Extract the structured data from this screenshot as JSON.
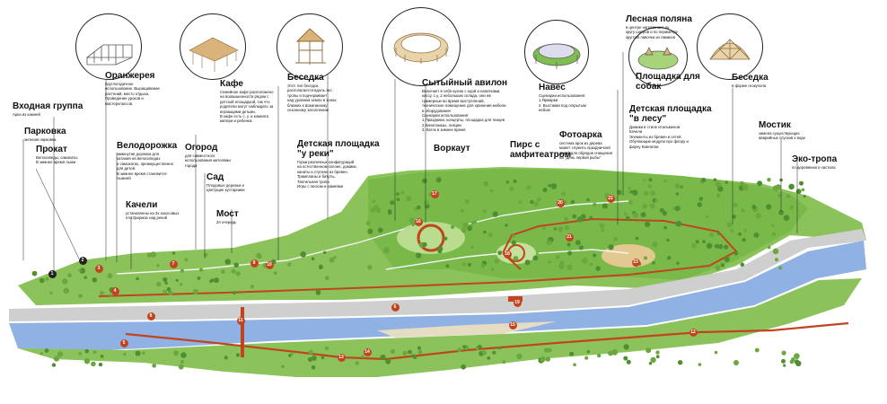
{
  "map": {
    "labels": [
      {
        "id": "entrance",
        "title": "Входная группа",
        "desc": "Арка из камней"
      },
      {
        "id": "parking",
        "title": "Парковка",
        "desc": "зеленая парковка"
      },
      {
        "id": "rental",
        "title": "Прокат",
        "desc": "Велосипеды, самокаты\nВ зимнее время лыжи"
      },
      {
        "id": "swings",
        "title": "Качели",
        "desc": "установлены на 3х кокосовых\nплатформах над рекой"
      },
      {
        "id": "bikepath",
        "title": "Велодорожка",
        "desc": "замкнутая дорожка для\nкатания на велосипедах\nи самокатах, преимущественно\nдля детей.\nВ зимнее время становится\nлыжней"
      },
      {
        "id": "garden",
        "title": "Огород",
        "desc": "для совместного\nиспользования жителями\nгорода"
      },
      {
        "id": "orchard",
        "title": "Сад",
        "desc": "Плодовые деревья и\nцветущие кустарники"
      },
      {
        "id": "bridge",
        "title": "Мост",
        "desc": "2я очередь"
      },
      {
        "id": "greenhouse",
        "title": "Оранжерея",
        "desc": "Круглогодичное\nиспользование. Выращивание\nрастений, место отдыха.\nПроведение уроков и\nмастерклассов."
      },
      {
        "id": "cafe",
        "title": "Кафе",
        "desc": "Семейное кафе расположено\nна возвышенности рядом с\nдетской площадкой, так что\nродители могут наблюдать за\nиграющими детьми.\nВ кафе есть с. у. и комната\nматери и ребенка."
      },
      {
        "id": "gazebo1",
        "title": "Беседка",
        "desc": "Этот тип беседок\nрасполагается вдоль эко\nтропы и подчеркивает\nнад уровнем земли в зонах\nблизких к возможному\nсезонному затоплению"
      },
      {
        "id": "playground_river",
        "title": "Детская площадка\n\"у реки\"",
        "desc": "Горки различных конфигураций\nна естественном склоне, домики,\nканаты и ступени из бревен.\nТрампланы и батуты.\nТактильная тропа\nИгры с песком и камнями"
      },
      {
        "id": "pavilion",
        "title": "Сытыйный авилон",
        "desc": "Включает в себя кухню с едой и напитками,\nкассу, с.у, 2 небольших склада, они же\nгримерные во время выступлений,\nтехническое помещение для хранения мебели\nи оборудования\nСценарии использования:\n1.Праздники, концерты, площадка для танцев\n2.Кинопоказы, лекции\n3. Каток в зимнее время"
      },
      {
        "id": "workout",
        "title": "Воркаут",
        "desc": ""
      },
      {
        "id": "pier",
        "title": "Пирс с\nамфитеатром",
        "desc": ""
      },
      {
        "id": "canopy",
        "title": "Навес",
        "desc": "Сценарии использования:\n1.Ярмарки\n2. Выставки под открытым\nнебом"
      },
      {
        "id": "photoarch",
        "title": "Фотоарка",
        "desc": "система арок из дерева\nможет служить праздничной\nаркой для обрядов очищения\nна \"День первой рыбы\""
      },
      {
        "id": "glade",
        "title": "Лесная поляна",
        "desc": "в центре напоминает по\nкругу шатров и по периметру\nкруглая лавочка из гамаков"
      },
      {
        "id": "dogs",
        "title": "Площадка для\nсобак",
        "desc": ""
      },
      {
        "id": "playground_forest",
        "title": "Детская площадка\n\"в лесу\"",
        "desc": "Домики в стиле итальменов\nКачели\nЭлементы из бревен и сетей\nОбучающие модули про флору и\nфауну Камчатки"
      },
      {
        "id": "gazebo2",
        "title": "Беседка",
        "desc": "в форме геокупола"
      },
      {
        "id": "bridge2",
        "title": "Мостик",
        "desc": "замена существующих\nаварийных спусков к воде"
      },
      {
        "id": "ecotrail",
        "title": "Эко-тропа",
        "desc": "по деревянного настила"
      }
    ],
    "thumbnails": [
      {
        "id": "greenhouse",
        "icon": "greenhouse-icon"
      },
      {
        "id": "cafe",
        "icon": "cafe-icon"
      },
      {
        "id": "gazebo1",
        "icon": "gazebo-icon"
      },
      {
        "id": "pavilion",
        "icon": "pavilion-icon"
      },
      {
        "id": "canopy",
        "icon": "canopy-icon"
      },
      {
        "id": "glade",
        "icon": "glade-icon"
      },
      {
        "id": "gazebo2",
        "icon": "geodome-icon"
      }
    ],
    "markers": [
      "1",
      "2",
      "3",
      "4",
      "5",
      "6",
      "7",
      "8",
      "9",
      "10",
      "11",
      "12",
      "13",
      "14",
      "15",
      "16",
      "17",
      "18",
      "19",
      "20",
      "21",
      "22",
      "23"
    ],
    "colors": {
      "green": "#7fbf4f",
      "lightgreen": "#b6dc8e",
      "river": "#8fb1e3",
      "road": "#cfcfcf",
      "path": "#c0451e",
      "sand": "#e6cd99",
      "accent": "#e69a2a"
    }
  }
}
